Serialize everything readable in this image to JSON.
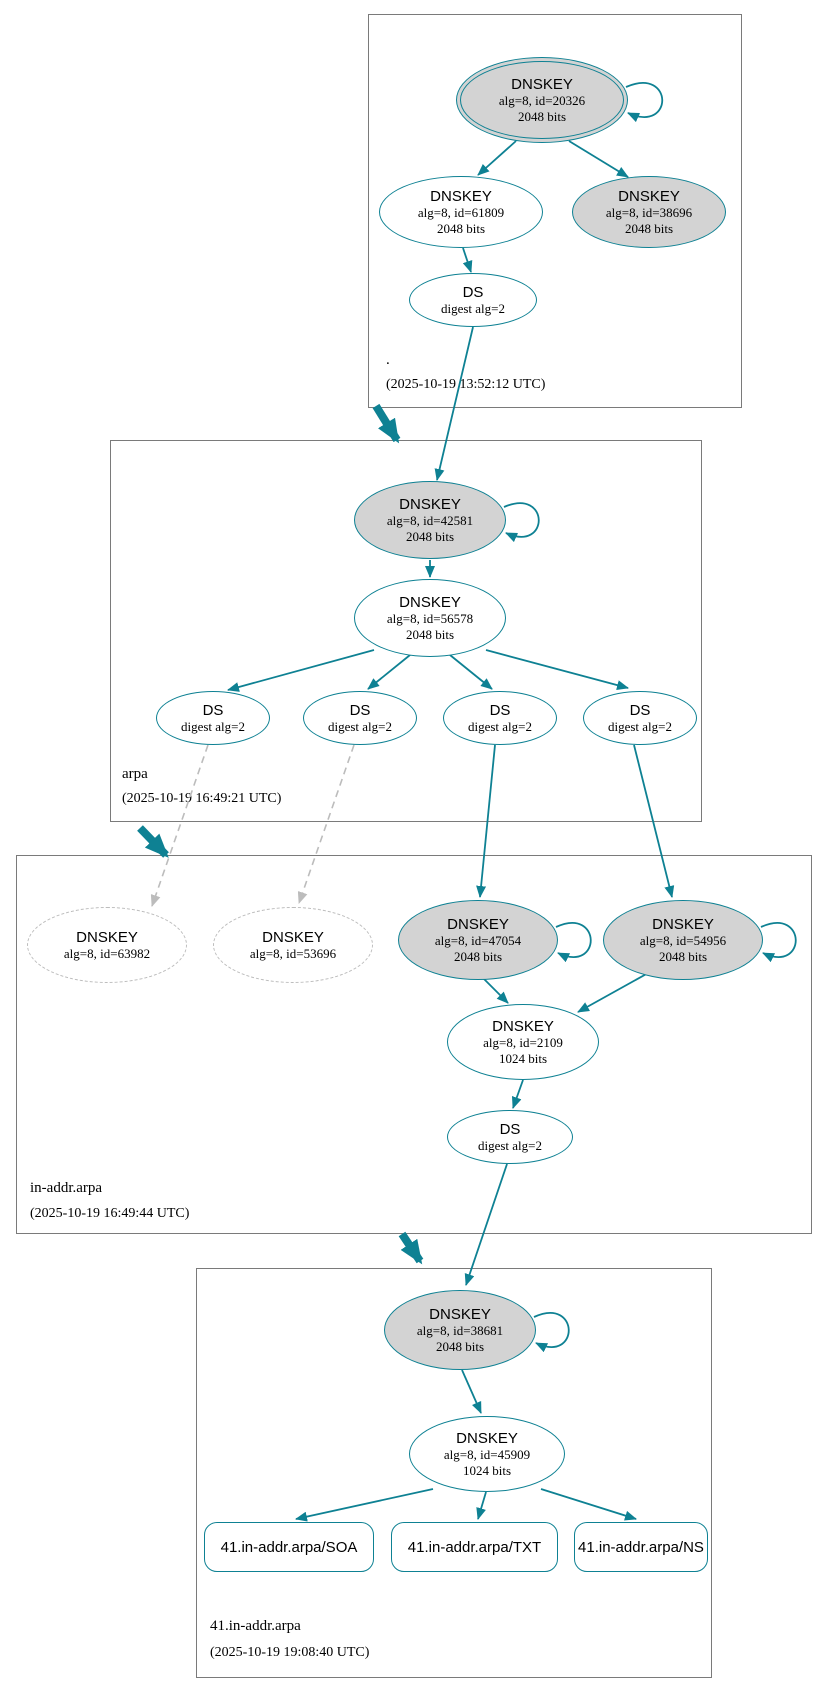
{
  "colors": {
    "secure_edge": "#0e8193",
    "key_fill_gray": "#d3d3d3",
    "dashed_gray": "#bcbcbc",
    "zone_box_border": "#7a7a7a"
  },
  "zones": {
    "root": {
      "label": ".",
      "timestamp": "(2025-10-19 13:52:12 UTC)",
      "nodes": {
        "ksk": {
          "title": "DNSKEY",
          "detail": "alg=8, id=20326",
          "bits": "2048 bits"
        },
        "zsk": {
          "title": "DNSKEY",
          "detail": "alg=8, id=61809",
          "bits": "2048 bits"
        },
        "key_38696": {
          "title": "DNSKEY",
          "detail": "alg=8, id=38696",
          "bits": "2048 bits"
        },
        "ds": {
          "title": "DS",
          "detail": "digest alg=2"
        }
      }
    },
    "arpa": {
      "label": "arpa",
      "timestamp": "(2025-10-19 16:49:21 UTC)",
      "nodes": {
        "ksk": {
          "title": "DNSKEY",
          "detail": "alg=8, id=42581",
          "bits": "2048 bits"
        },
        "zsk": {
          "title": "DNSKEY",
          "detail": "alg=8, id=56578",
          "bits": "2048 bits"
        },
        "ds1": {
          "title": "DS",
          "detail": "digest alg=2"
        },
        "ds2": {
          "title": "DS",
          "detail": "digest alg=2"
        },
        "ds3": {
          "title": "DS",
          "detail": "digest alg=2"
        },
        "ds4": {
          "title": "DS",
          "detail": "digest alg=2"
        }
      }
    },
    "in_addr_arpa": {
      "label": "in-addr.arpa",
      "timestamp": "(2025-10-19 16:49:44 UTC)",
      "nodes": {
        "missing_63982": {
          "title": "DNSKEY",
          "detail": "alg=8, id=63982"
        },
        "missing_53696": {
          "title": "DNSKEY",
          "detail": "alg=8, id=53696"
        },
        "ksk_47054": {
          "title": "DNSKEY",
          "detail": "alg=8, id=47054",
          "bits": "2048 bits"
        },
        "ksk_54956": {
          "title": "DNSKEY",
          "detail": "alg=8, id=54956",
          "bits": "2048 bits"
        },
        "zsk": {
          "title": "DNSKEY",
          "detail": "alg=8, id=2109",
          "bits": "1024 bits"
        },
        "ds": {
          "title": "DS",
          "detail": "digest alg=2"
        }
      }
    },
    "41_in_addr_arpa": {
      "label": "41.in-addr.arpa",
      "timestamp": "(2025-10-19 19:08:40 UTC)",
      "nodes": {
        "ksk": {
          "title": "DNSKEY",
          "detail": "alg=8, id=38681",
          "bits": "2048 bits"
        },
        "zsk": {
          "title": "DNSKEY",
          "detail": "alg=8, id=45909",
          "bits": "1024 bits"
        },
        "rrset_soa": {
          "label": "41.in-addr.arpa/SOA"
        },
        "rrset_txt": {
          "label": "41.in-addr.arpa/TXT"
        },
        "rrset_ns": {
          "label": "41.in-addr.arpa/NS"
        }
      }
    }
  }
}
